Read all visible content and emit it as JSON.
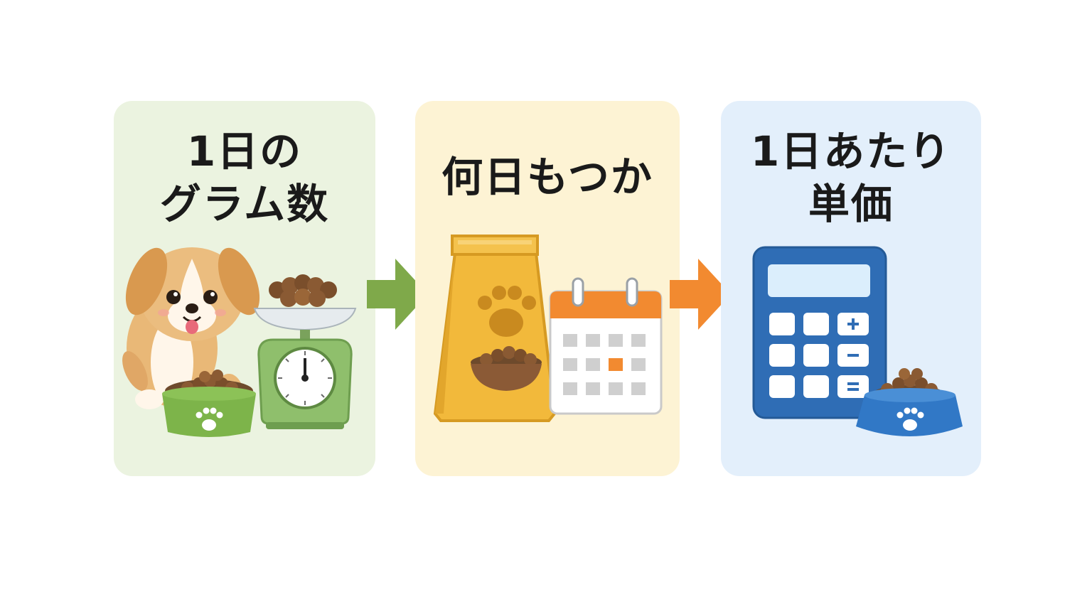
{
  "steps": [
    {
      "title_lines": [
        "1日の",
        "グラム数"
      ],
      "bg": "#ebf3e0",
      "icons": [
        "puppy-icon",
        "food-bowl-icon",
        "kitchen-scale-icon"
      ]
    },
    {
      "title_lines": [
        "何日もつか"
      ],
      "bg": "#fdf3d4",
      "icons": [
        "food-bag-icon",
        "calendar-icon"
      ]
    },
    {
      "title_lines": [
        "1日あたり",
        "単価"
      ],
      "bg": "#e3effb",
      "icons": [
        "calculator-icon",
        "food-bowl-icon"
      ]
    }
  ],
  "arrows": [
    {
      "color": "#7fa94a",
      "icon": "arrow-right-icon"
    },
    {
      "color": "#f28a30",
      "icon": "arrow-right-icon"
    }
  ]
}
